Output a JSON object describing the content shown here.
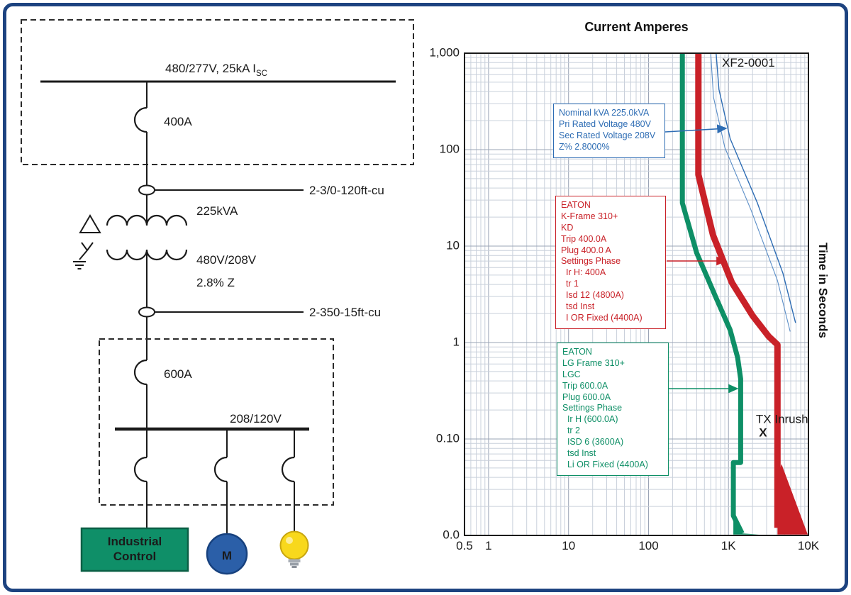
{
  "frame": {
    "border_color": "#1d4380",
    "background": "#ffffff"
  },
  "oneline": {
    "bus1_main": "480/277V, 25kA I",
    "bus1_sub": "SC",
    "breaker1": "400A",
    "cable1": "2-3/0-120ft-cu",
    "tx_kva": "225kVA",
    "tx_voltage": "480V/208V",
    "tx_impedance": "2.8% Z",
    "cable2": "2-350-15ft-cu",
    "breaker2": "600A",
    "bus2": "208/120V",
    "load_box_line1": "Industrial",
    "load_box_line2": "Control",
    "motor": "M"
  },
  "chart_data": {
    "type": "line",
    "title": "Current Amperes",
    "xlabel": "Current Amperes",
    "ylabel": "Time in Seconds",
    "grid": true,
    "legend_position": "none",
    "x_axis": {
      "scale": "log",
      "min": 0.5,
      "max": 10000,
      "ticks": [
        {
          "v": 0.5,
          "label": "0.5"
        },
        {
          "v": 1,
          "label": "1"
        },
        {
          "v": 10,
          "label": "10"
        },
        {
          "v": 100,
          "label": "100"
        },
        {
          "v": 1000,
          "label": "1K"
        },
        {
          "v": 10000,
          "label": "10K"
        }
      ]
    },
    "y_axis": {
      "scale": "log",
      "min": 0.01,
      "max": 1000,
      "ticks": [
        {
          "v": 1000,
          "label": "1,000"
        },
        {
          "v": 100,
          "label": "100"
        },
        {
          "v": 10,
          "label": "10"
        },
        {
          "v": 1,
          "label": "1"
        },
        {
          "v": 0.1,
          "label": "0.10"
        },
        {
          "v": 0.01,
          "label": "0.0"
        }
      ]
    },
    "curve_label": "XF2-0001",
    "series": [
      {
        "name": "transformer-damage-curve",
        "color": "#2e6db4",
        "width": 1.4,
        "points": [
          [
            700,
            1000
          ],
          [
            760,
            420
          ],
          [
            1050,
            130
          ],
          [
            2300,
            28
          ],
          [
            4800,
            5.2
          ],
          [
            6900,
            1.6
          ]
        ]
      },
      {
        "name": "transformer-damage-curve-2",
        "color": "#5b8ec7",
        "width": 1.1,
        "points": [
          [
            600,
            1000
          ],
          [
            650,
            350
          ],
          [
            900,
            105
          ],
          [
            1900,
            24
          ],
          [
            4100,
            4.4
          ],
          [
            5900,
            1.3
          ]
        ]
      },
      {
        "name": "lgc-600a-curve",
        "color": "#0e8f66",
        "width": 7,
        "points": [
          [
            265,
            1000
          ],
          [
            265,
            28
          ],
          [
            400,
            8.5
          ],
          [
            700,
            2.9
          ],
          [
            1050,
            1.35
          ],
          [
            1300,
            0.7
          ],
          [
            1420,
            0.42
          ],
          [
            1420,
            0.057
          ],
          [
            1150,
            0.057
          ],
          [
            1150,
            0.016
          ],
          [
            1480,
            0.0105
          ]
        ]
      },
      {
        "name": "kd-400a-curve",
        "color": "#c92128",
        "width": 9,
        "points": [
          [
            420,
            1000
          ],
          [
            420,
            55
          ],
          [
            640,
            13
          ],
          [
            1100,
            4.2
          ],
          [
            2000,
            1.9
          ],
          [
            3200,
            1.15
          ],
          [
            4100,
            0.95
          ],
          [
            4100,
            0.012
          ]
        ]
      }
    ],
    "fills": [
      {
        "name": "lgc-clearing-region",
        "color": "#0e8f66",
        "points": [
          [
            1150,
            0.016
          ],
          [
            1480,
            0.0105
          ],
          [
            2400,
            0.0102
          ],
          [
            1150,
            0.0102
          ]
        ]
      },
      {
        "name": "kd-clearing-region",
        "color": "#c92128",
        "points": [
          [
            4100,
            0.04
          ],
          [
            4600,
            0.055
          ],
          [
            9800,
            0.0102
          ],
          [
            4100,
            0.0102
          ]
        ]
      }
    ],
    "tx_inrush": {
      "label": "TX Inrush",
      "marker": "X",
      "at": [
        2700,
        0.115
      ],
      "color": "#2e6db4"
    },
    "annotations": [
      {
        "name": "transformer-info",
        "color": "#2e6db4",
        "lines": [
          "Nominal kVA 225.0kVA",
          "Pri Rated Voltage 480V",
          "Sec Rated Voltage 208V",
          "Z% 2.8000%"
        ]
      },
      {
        "name": "kd-breaker-settings",
        "color": "#c92128",
        "lines": [
          "EATON",
          "K-Frame 310+",
          "KD",
          "Trip 400.0A",
          "Plug 400.0 A",
          "Settings Phase",
          "  Ir H: 400A",
          "  tr 1",
          "  Isd 12 (4800A)",
          "  tsd Inst",
          "  I OR Fixed (4400A)"
        ]
      },
      {
        "name": "lgc-breaker-settings",
        "color": "#0e8f66",
        "lines": [
          "EATON",
          "LG Frame 310+",
          "LGC",
          "Trip 600.0A",
          "Plug 600.0A",
          "Settings Phase",
          "  Ir H (600.0A)",
          "  tr 2",
          "  ISD 6 (3600A)",
          "  tsd Inst",
          "  Li OR Fixed (4400A)"
        ]
      }
    ]
  }
}
